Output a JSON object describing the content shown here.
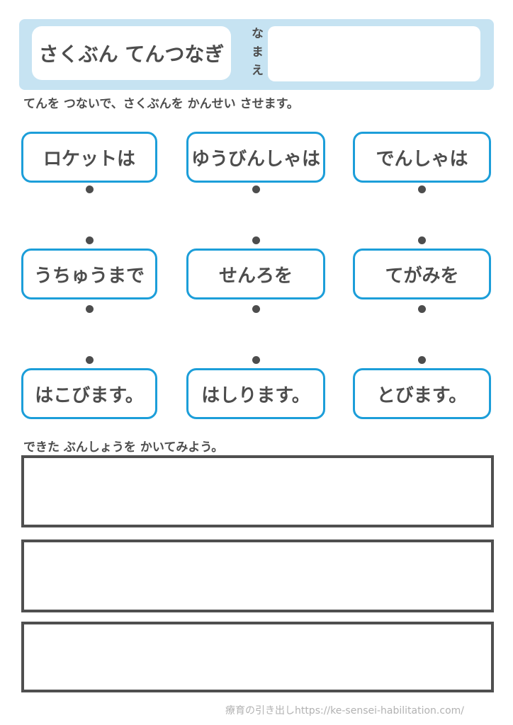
{
  "colors": {
    "band_blue": "#c6e3f2",
    "card_border_blue": "#1c9ed9",
    "text_dark": "#4d4d4d",
    "writing_box_border": "#4f4f4f",
    "footer_gray": "#b2b2b2"
  },
  "header": {
    "title": "さくぶん てんつなぎ",
    "name_label": "なまえ",
    "name_value": ""
  },
  "instruction": "てんを つないで、さくぶんを かんせい させます。",
  "grid": {
    "cells": [
      "ロケットは",
      "ゆうびんしゃは",
      "でんしゃは",
      "うちゅうまで",
      "せんろを",
      "てがみを",
      "はこびます。",
      "はしります。",
      "とびます。"
    ]
  },
  "writing": {
    "prompt": "できた ぶんしょうを かいてみよう。",
    "answers": [
      "",
      "",
      ""
    ]
  },
  "footer": {
    "credit": "療育の引き出しhttps://ke-sensei-habilitation.com/"
  }
}
